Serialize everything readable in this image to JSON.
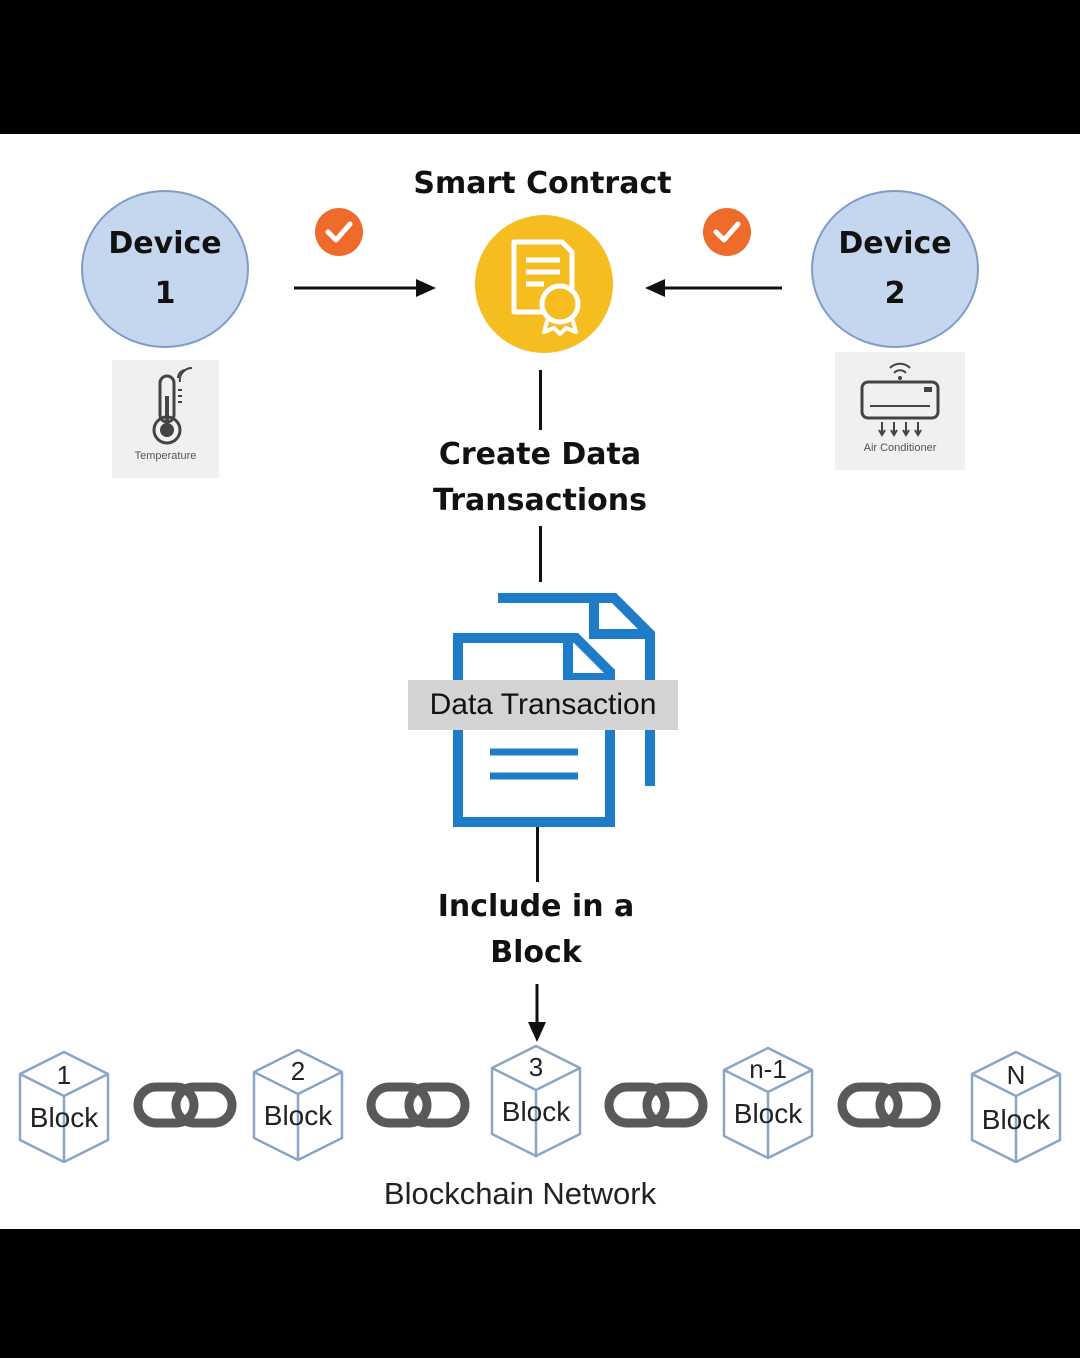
{
  "smart_contract": {
    "title": "Smart Contract"
  },
  "devices": [
    {
      "name": "Device",
      "number": "1",
      "sensor_caption": "Temperature"
    },
    {
      "name": "Device",
      "number": "2",
      "sensor_caption": "Air Conditioner"
    }
  ],
  "steps": {
    "create_line1": "Create Data",
    "create_line2": "Transactions",
    "data_transaction": "Data Transaction",
    "include_line1": "Include in a",
    "include_line2": "Block"
  },
  "blocks": [
    {
      "label": "1",
      "word": "Block"
    },
    {
      "label": "2",
      "word": "Block"
    },
    {
      "label": "3",
      "word": "Block"
    },
    {
      "label": "n-1",
      "word": "Block"
    },
    {
      "label": "N",
      "word": "Block"
    }
  ],
  "network_label": "Blockchain Network",
  "colors": {
    "device_fill": "#c5d7ee",
    "contract_yellow": "#f5bd1f",
    "check_orange": "#ee6b2b",
    "doc_blue": "#1e7cc8",
    "chain_gray": "#58595b",
    "cube_stroke": "#8aa6c6"
  }
}
